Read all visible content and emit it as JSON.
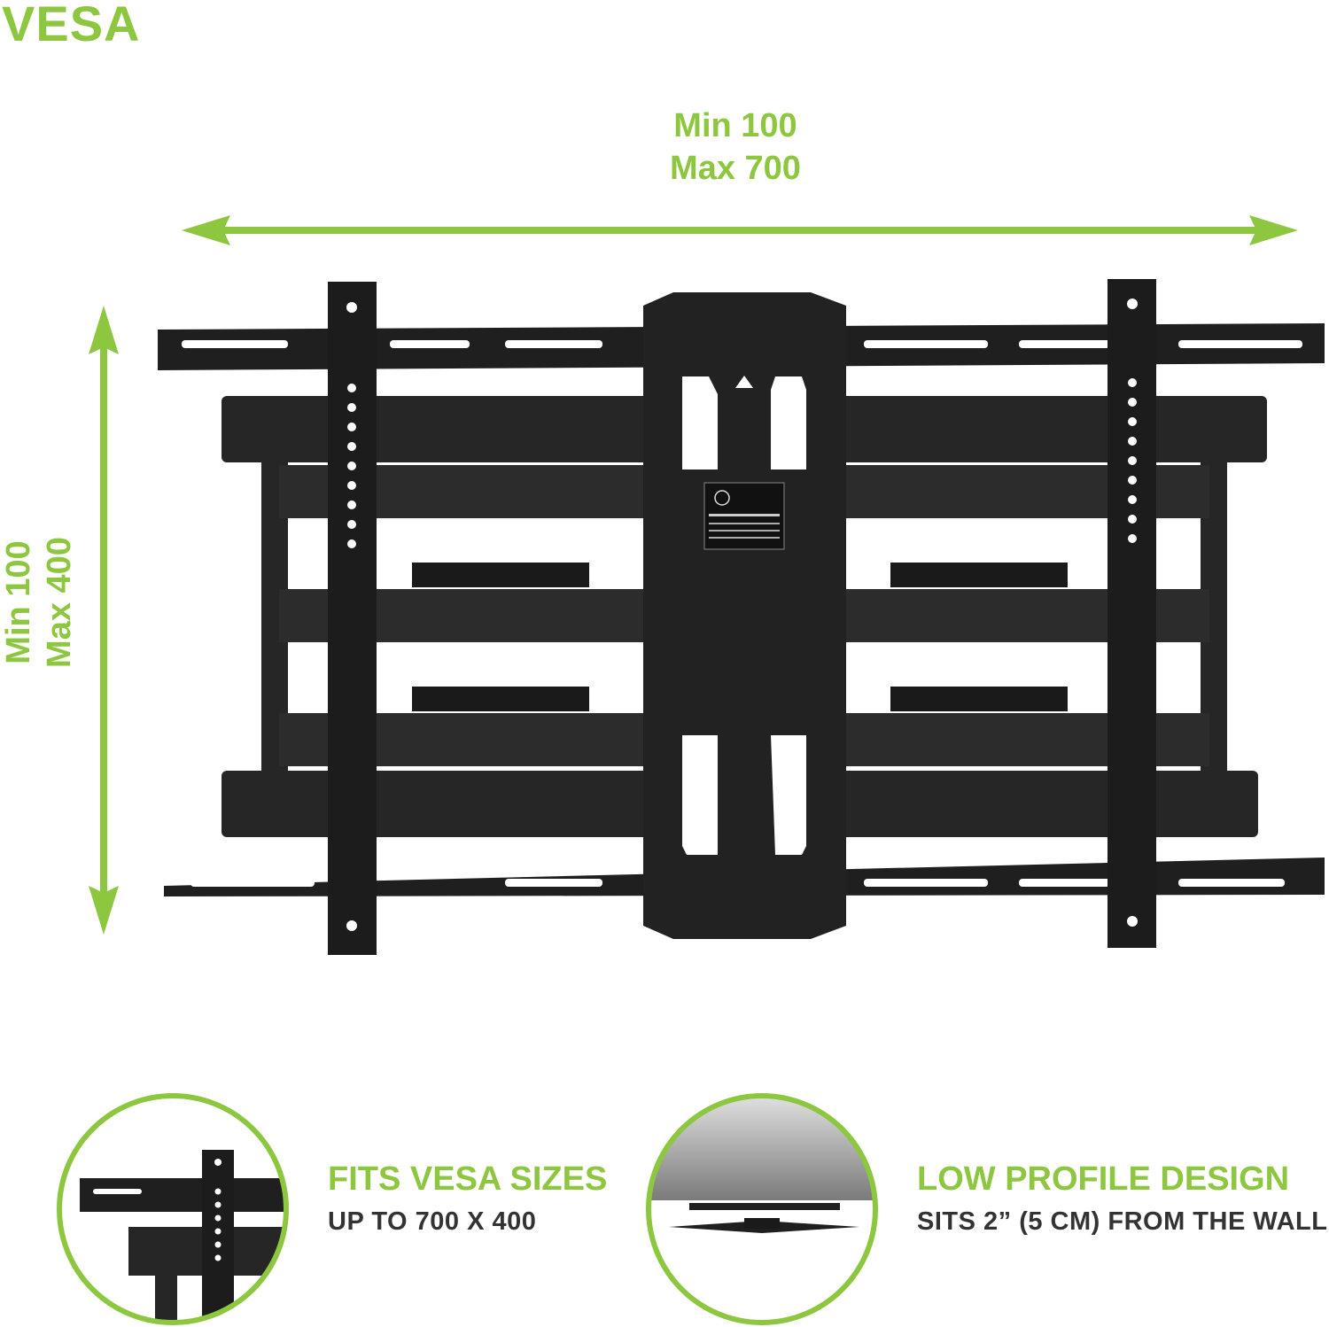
{
  "header": {
    "title": "VESA"
  },
  "dimensions": {
    "width": {
      "min": "Min 100",
      "max": "Max 700"
    },
    "height": {
      "min": "Min 100",
      "max": "Max 400"
    }
  },
  "colors": {
    "accent": "#8dc63f",
    "bracket": "#1f1f1f",
    "text_dark": "#333333"
  },
  "features": [
    {
      "icon": "bracket-closeup-icon",
      "heading": "FITS VESA SIZES",
      "subtext": "UP TO 700 X 400"
    },
    {
      "icon": "low-profile-tv-icon",
      "heading": "LOW PROFILE DESIGN",
      "subtext": "SITS 2” (5 CM) FROM THE WALL"
    }
  ]
}
